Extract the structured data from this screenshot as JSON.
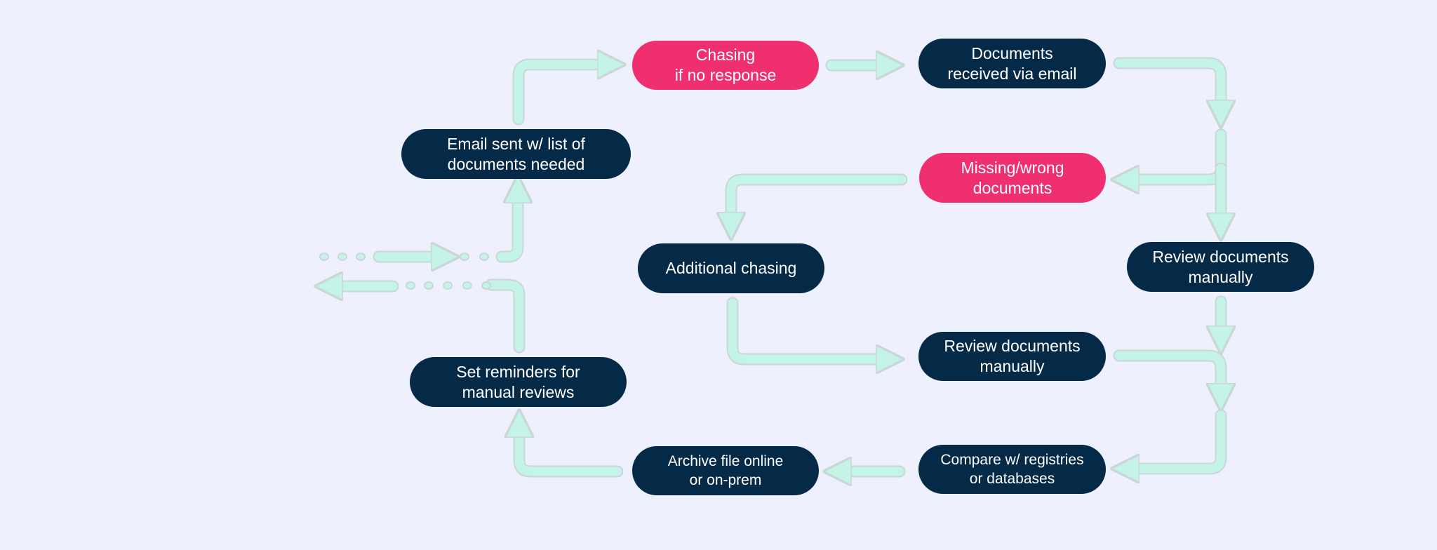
{
  "colors": {
    "background": "#eff0fd",
    "node_dark": "#052a48",
    "node_highlight": "#f0306e",
    "arrow_fill": "#c4f3e8",
    "arrow_outline": "#cbd6d7"
  },
  "nodes": {
    "chasing": {
      "line1": "Chasing",
      "line2": "if no response",
      "style": "highlight"
    },
    "documents_received": {
      "line1": "Documents",
      "line2": "received via email",
      "style": "dark"
    },
    "email_sent": {
      "line1": "Email sent w/ list of",
      "line2": "documents needed",
      "style": "dark"
    },
    "missing_documents": {
      "line1": "Missing/wrong",
      "line2": "documents",
      "style": "highlight"
    },
    "additional_chasing": {
      "line1": "Additional chasing",
      "style": "dark"
    },
    "review_right": {
      "line1": "Review documents",
      "line2": "manually",
      "style": "dark"
    },
    "review_center": {
      "line1": "Review documents",
      "line2": "manually",
      "style": "dark"
    },
    "set_reminders": {
      "line1": "Set reminders for",
      "line2": "manual reviews",
      "style": "dark"
    },
    "archive": {
      "line1": "Archive file online",
      "line2": "or on-prem",
      "style": "dark"
    },
    "compare": {
      "line1": "Compare w/ registries",
      "line2": "or databases",
      "style": "dark"
    }
  }
}
